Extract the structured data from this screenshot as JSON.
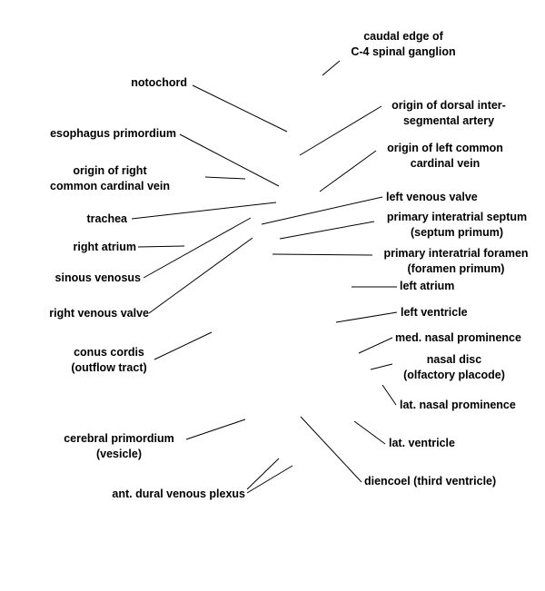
{
  "labels": {
    "caudal_edge_1": "caudal edge of",
    "caudal_edge_2": "C-4 spinal ganglion",
    "notochord": "notochord",
    "dorsal_artery_1": "origin of dorsal inter-",
    "dorsal_artery_2": "segmental artery",
    "esophagus": "esophagus primordium",
    "left_cardinal_1": "origin of left common",
    "left_cardinal_2": "cardinal vein",
    "right_cardinal_1": "origin of right",
    "right_cardinal_2": "common cardinal vein",
    "left_venous_valve": "left venous valve",
    "trachea": "trachea",
    "septum_1": "primary interatrial septum",
    "septum_2": "(septum primum)",
    "right_atrium": "right atrium",
    "foramen_1": "primary interatrial foramen",
    "foramen_2": "(foramen primum)",
    "sinous_venosus": "sinous venosus",
    "left_atrium": "left atrium",
    "right_venous_valve": "right venous valve",
    "left_ventricle": "left ventricle",
    "med_nasal": "med. nasal prominence",
    "conus_1": "conus cordis",
    "conus_2": "(outflow tract)",
    "nasal_disc_1": "nasal disc",
    "nasal_disc_2": "(olfactory placode)",
    "lat_nasal": "lat. nasal prominence",
    "cerebral_1": "cerebral primordium",
    "cerebral_2": "(vesicle)",
    "lat_ventricle": "lat. ventricle",
    "diencoel": "diencoel (third ventricle)",
    "dural_plexus": "ant. dural venous plexus"
  }
}
